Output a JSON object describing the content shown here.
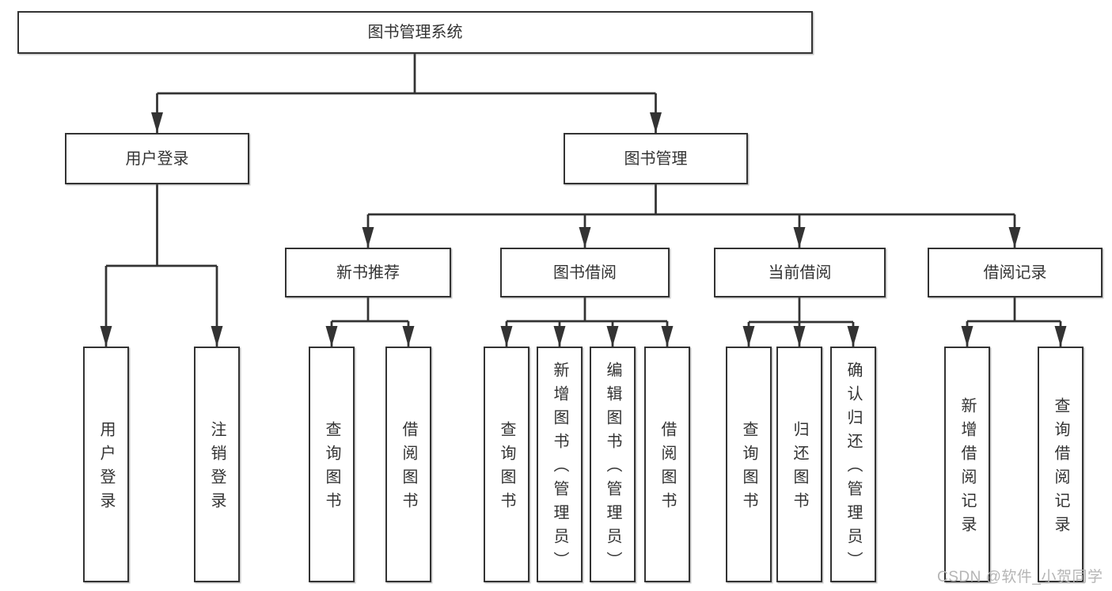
{
  "tree": {
    "root": {
      "label": "图书管理系统"
    },
    "branches": [
      {
        "label": "用户登录",
        "leaves": [
          {
            "label": "用户登录"
          },
          {
            "label": "注销登录"
          }
        ]
      },
      {
        "label": "图书管理",
        "groups": [
          {
            "label": "新书推荐",
            "leaves": [
              {
                "label": "查询图书"
              },
              {
                "label": "借阅图书"
              }
            ]
          },
          {
            "label": "图书借阅",
            "leaves": [
              {
                "label": "查询图书"
              },
              {
                "label": "新增图书（管理员）"
              },
              {
                "label": "编辑图书（管理员）"
              },
              {
                "label": "借阅图书"
              }
            ]
          },
          {
            "label": "当前借阅",
            "leaves": [
              {
                "label": "查询图书"
              },
              {
                "label": "归还图书"
              },
              {
                "label": "确认归还（管理员）"
              }
            ]
          },
          {
            "label": "借阅记录",
            "leaves": [
              {
                "label": "新增借阅记录"
              },
              {
                "label": "查询借阅记录"
              }
            ]
          }
        ]
      }
    ]
  },
  "watermark": {
    "text": "CSDN @软件_小贺同学"
  },
  "colors": {
    "line": "#333333",
    "box_border": "#333333",
    "box_fill": "#ffffff",
    "text": "#333333",
    "watermark": "#b5b5b5",
    "background": "#ffffff"
  }
}
